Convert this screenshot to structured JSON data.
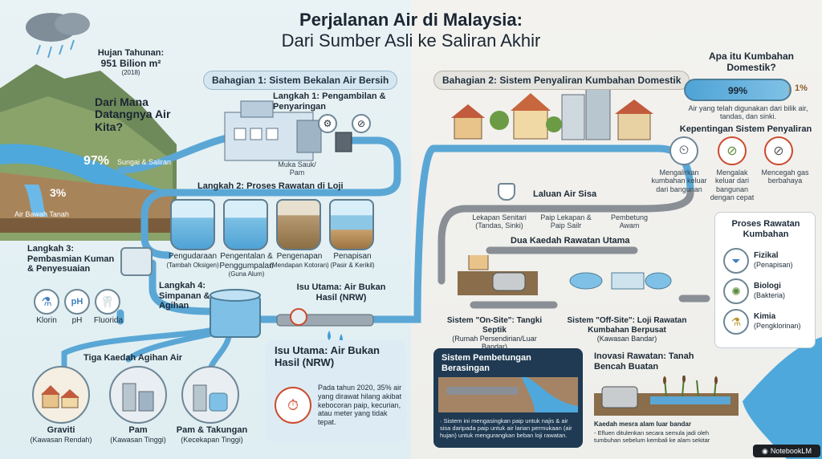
{
  "title": {
    "line1": "Perjalanan Air di Malaysia:",
    "line2": "Dari Sumber Asli ke Saliran Akhir"
  },
  "rain": {
    "label": "Hujan Tahunan:",
    "value": "951 Bilion m²",
    "year": "(2018)"
  },
  "source": {
    "question": "Dari Mana Datangnya Air Kita?",
    "river_pct": "97%",
    "river_label": "Sungai & Saliran",
    "ground_pct": "3%",
    "ground_label": "Air Bawah Tanah"
  },
  "part1": {
    "header": "Bahagian 1: Sistem Bekalan Air Bersih",
    "step1": "Langkah 1: Pengambilan & Penyaringan",
    "intake_label": "Muka Sauk/ Pam",
    "step2": "Langkah 2: Proses Rawatan di Loji",
    "tanks": [
      {
        "name": "Pengudaraan",
        "sub": "(Tambah Oksigen)"
      },
      {
        "name": "Pengentalan & Penggumpalan",
        "sub": "(Guna Alum)"
      },
      {
        "name": "Pengenapan",
        "sub": "(Mendapan Kotoran)"
      },
      {
        "name": "Penapisan",
        "sub": "(Pasir & Kerikil)"
      }
    ],
    "step3": "Langkah 3: Pembasmian Kuman & Penyesuaian",
    "chemicals": [
      {
        "name": "Klorin",
        "symbol": ""
      },
      {
        "name": "pH",
        "symbol": "pH"
      },
      {
        "name": "Fluorida",
        "symbol": ""
      }
    ],
    "step4": "Langkah 4: Simpanan & Agihan",
    "nrw_top": "Isu Utama: Air Bukan Hasil (NRW)",
    "nrw_title": "Isu Utama: Air Bukan Hasil (NRW)",
    "nrw_text": "Pada tahun 2020, 35% air yang dirawat hilang akibat kebocoran paip, kecurian, atau meter yang tidak tepat.",
    "distrib_title": "Tiga Kaedah Agihan Air",
    "distrib": [
      {
        "name": "Graviti",
        "sub": "(Kawasan Rendah)"
      },
      {
        "name": "Pam",
        "sub": "(Kawasan Tinggi)"
      },
      {
        "name": "Pam & Takungan",
        "sub": "(Kecekapan Tinggi)"
      }
    ]
  },
  "part2": {
    "header": "Bahagian 2: Sistem Penyaliran Kumbahan Domestik",
    "what_title": "Apa itu Kumbahan Domestik?",
    "pct_water": "99%",
    "pct_other": "1%",
    "what_desc": "Air yang telah digunakan dari bilik air, tandas, dan sinki.",
    "importance_title": "Kepentingan Sistem Penyaliran",
    "importance": [
      "Mengalirkan kumbahan keluar dari bangunan",
      "Mengalak keluar dari bangunan dengan cepat",
      "Mencegah gas berbahaya"
    ],
    "route_title": "Laluan Air Sisa",
    "route": [
      "Lekapan Senitari (Tandas, Sinki)",
      "Paip Lekapan & Paip Sailr",
      "Pembetung Awam"
    ],
    "methods_title": "Dua Kaedah Rawatan Utama",
    "onsite": {
      "name": "Sistem \"On-Site\": Tangki Septik",
      "sub": "(Rumah Persendirian/Luar Bandar)"
    },
    "offsite": {
      "name": "Sistem \"Off-Site\": Loji Rawatan Kumbahan Berpusat",
      "sub": "(Kawasan Bandar)"
    },
    "process_title": "Proses Rawatan Kumbahan",
    "processes": [
      {
        "name": "Fizikal",
        "sub": "(Penapisan)"
      },
      {
        "name": "Biologi",
        "sub": "(Bakteria)"
      },
      {
        "name": "Kimia",
        "sub": "(Pengklorinan)"
      }
    ],
    "separate_title": "Sistem Pembetungan Berasingan",
    "separate_text": "· Sistem ini mengasingkan paip untuk najis & air sisa daripada paip untuk air larian permukaan (air hujan) untuk mengurangkan beban loji rawatan.",
    "wetland_title": "Inovasi Rawatan: Tanah Bencah Buatan",
    "wetland_sub": "Kaedah mesra alam luar bandar",
    "wetland_text": "- Efluen ditulenkan secara semula jadi oleh tumbuhan sebelum kembali ke alam sekitar"
  },
  "brand": "NotebookLM",
  "colors": {
    "water": "#3f9fd8",
    "pipe": "#5aa7d6",
    "sewage": "#8a8f96",
    "navy": "#1f3a52"
  }
}
